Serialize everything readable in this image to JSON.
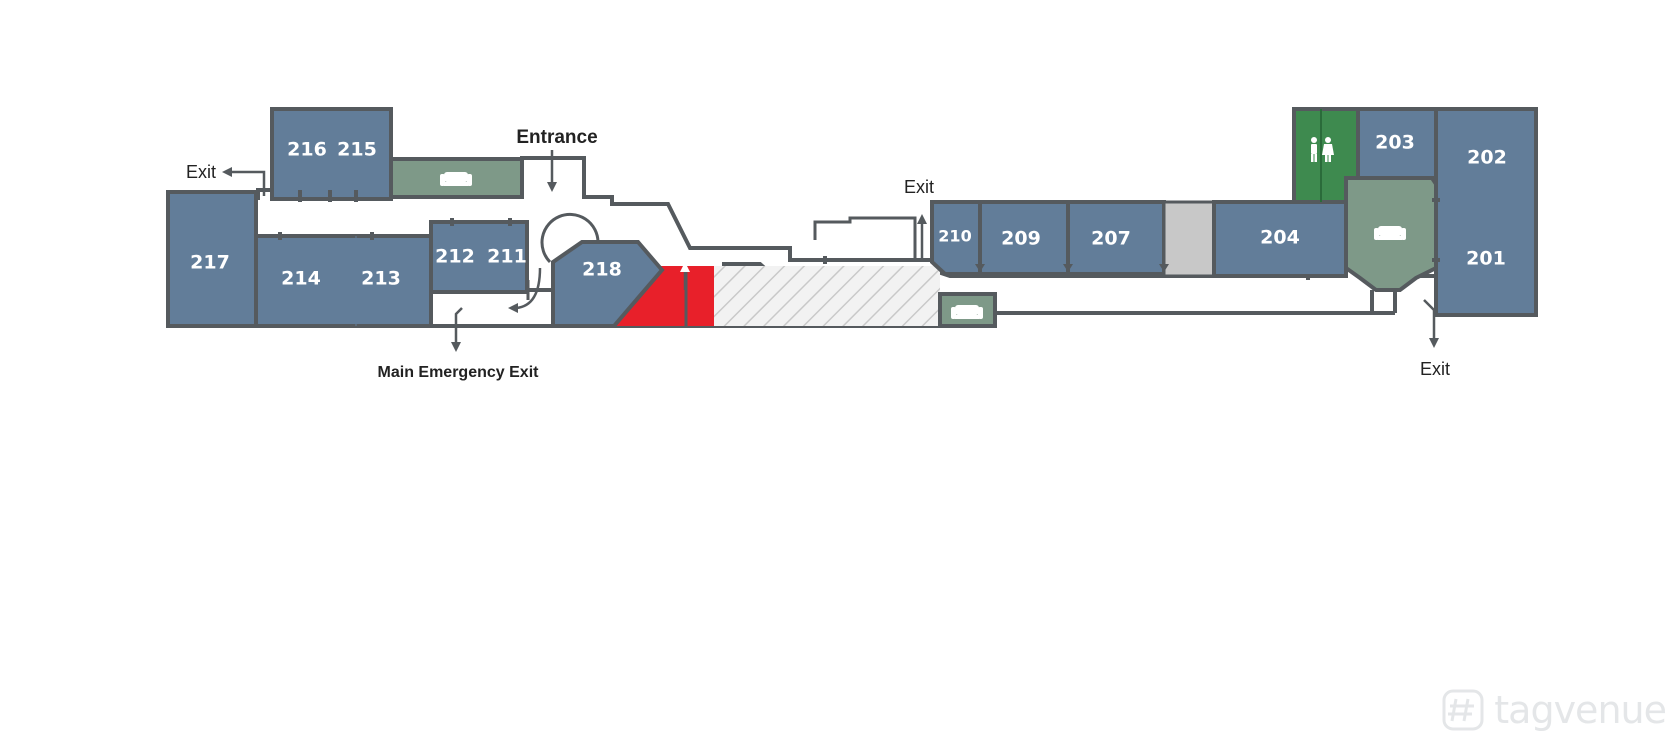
{
  "rooms": {
    "r201": "201",
    "r202": "202",
    "r203": "203",
    "r204": "204",
    "r207": "207",
    "r209": "209",
    "r210": "210",
    "r211": "211",
    "r212": "212",
    "r213": "213",
    "r214": "214",
    "r215": "215",
    "r216": "216",
    "r217": "217",
    "r218": "218"
  },
  "signs": {
    "entrance": "Entrance",
    "exit_left": "Exit",
    "exit_middle": "Exit",
    "exit_right": "Exit",
    "main_emergency_exit": "Main Emergency Exit"
  },
  "icons": {
    "lounge": "sofa-icon",
    "restroom": "restroom-icon",
    "watermark_logo": "tagvenue-logo-icon"
  },
  "colors": {
    "room": "#627d99",
    "lounge": "#7e9988",
    "restroom": "#3e8a4f",
    "highlight": "#e8202a",
    "service": "#c8c8c8",
    "wall": "#555a5e"
  },
  "watermark": {
    "text": "tagvenue"
  }
}
